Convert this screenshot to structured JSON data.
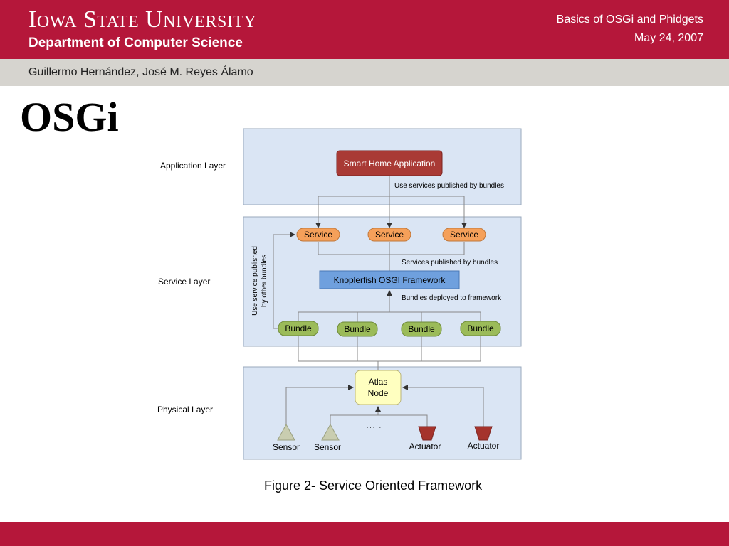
{
  "header": {
    "university": "Iowa State University",
    "department": "Department of Computer Science",
    "presentation_title": "Basics of OSGi and Phidgets",
    "date": "May 24, 2007",
    "colors": {
      "brand": "#b5173a",
      "bar": "#d6d4cf"
    }
  },
  "authors": "Guillermo Hernández, José M. Reyes Álamo",
  "slide_title": "OSGi",
  "diagram": {
    "layers": {
      "application": "Application Layer",
      "service": "Service Layer",
      "physical": "Physical Layer"
    },
    "smart_home_app": "Smart Home Application",
    "use_services_label": "Use services published by bundles",
    "services": [
      "Service",
      "Service",
      "Service"
    ],
    "services_published_label": "Services published by bundles",
    "framework": "Knoplerfish OSGI Framework",
    "bundles_deployed_label": "Bundles deployed to framework",
    "bundles": [
      "Bundle",
      "Bundle",
      "Bundle",
      "Bundle"
    ],
    "vertical_label_line1": "Use service published",
    "vertical_label_line2": "by other bundles",
    "atlas_line1": "Atlas",
    "atlas_line2": "Node",
    "dots": ". . . . .",
    "sensors": [
      "Sensor",
      "Sensor"
    ],
    "actuators": [
      "Actuator",
      "Actuator"
    ],
    "colors": {
      "layer_bg": "#dae5f4",
      "app_box": "#a93a35",
      "service_pill": "#f5a05a",
      "framework_box": "#6fa0de",
      "bundle_pill": "#9bbb59",
      "atlas_box": "#ffffc0",
      "sensor": "#c9cdb0",
      "actuator": "#a5332c"
    }
  },
  "caption": "Figure 2- Service Oriented Framework"
}
